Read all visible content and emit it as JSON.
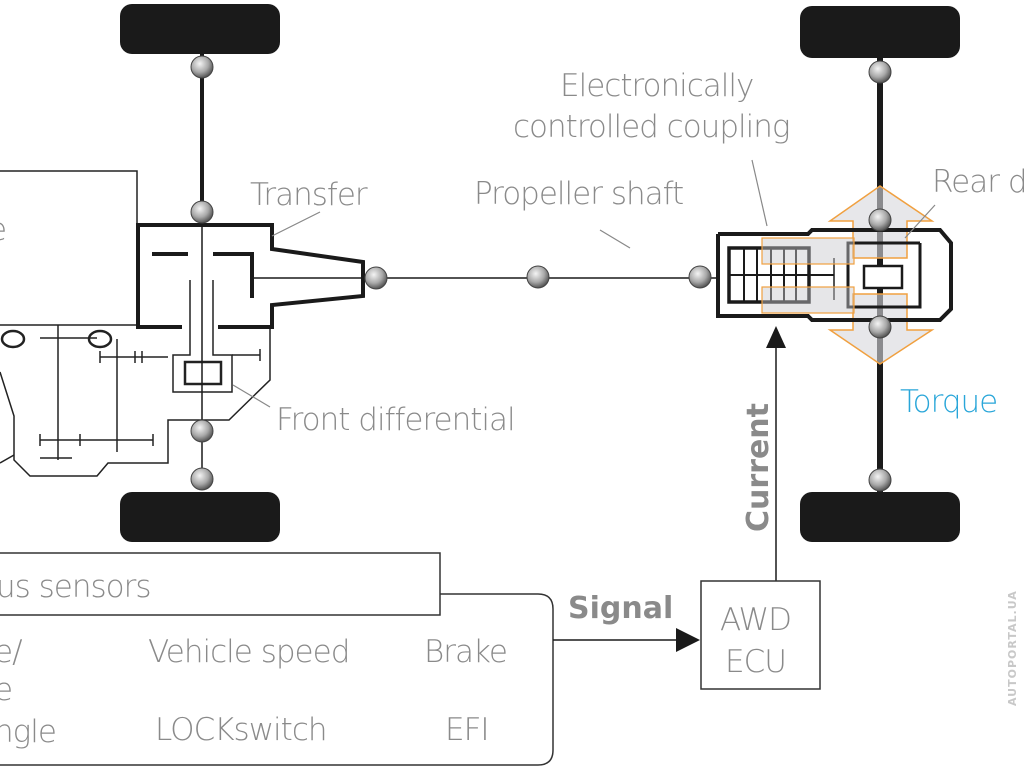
{
  "labels": {
    "coupling_line1": "Electronically",
    "coupling_line2": "controlled coupling",
    "transfer": "Transfer",
    "propeller_shaft": "Propeller shaft",
    "rear_differential": "Rear d",
    "torque": "Torque",
    "front_differential": "Front differential",
    "current": "Current",
    "signal": "Signal",
    "engine_partial": "e"
  },
  "sensors": {
    "title": "us sensors",
    "items": [
      "e/",
      "e",
      "ngle",
      "Vehicle speed",
      "LOCKswitch",
      "Brake",
      "EFI"
    ]
  },
  "ecu": {
    "line1": "AWD",
    "line2": "ECU"
  },
  "watermark": "AUTOPORTAL.UA",
  "colors": {
    "torque_text": "#29a6d9",
    "torque_arrow_outline": "#f0a040",
    "label_gray": "#8a8a8a",
    "wheel": "#1a1a1a"
  }
}
